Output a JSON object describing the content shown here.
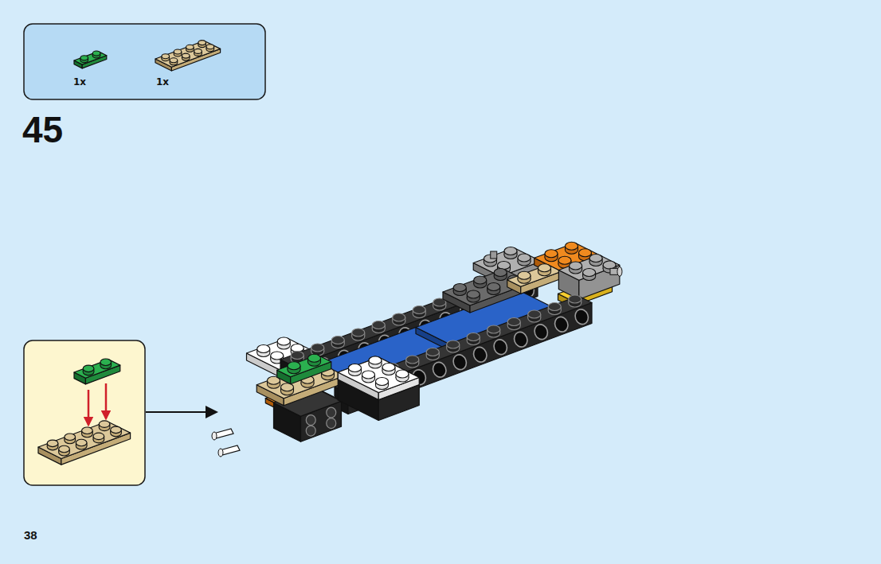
{
  "diagram": {
    "nodes": [
      {
        "text": [
          "1x",
          "1x"
        ]
      }
    ],
    "labels": [
      "45",
      "38"
    ]
  }
}
